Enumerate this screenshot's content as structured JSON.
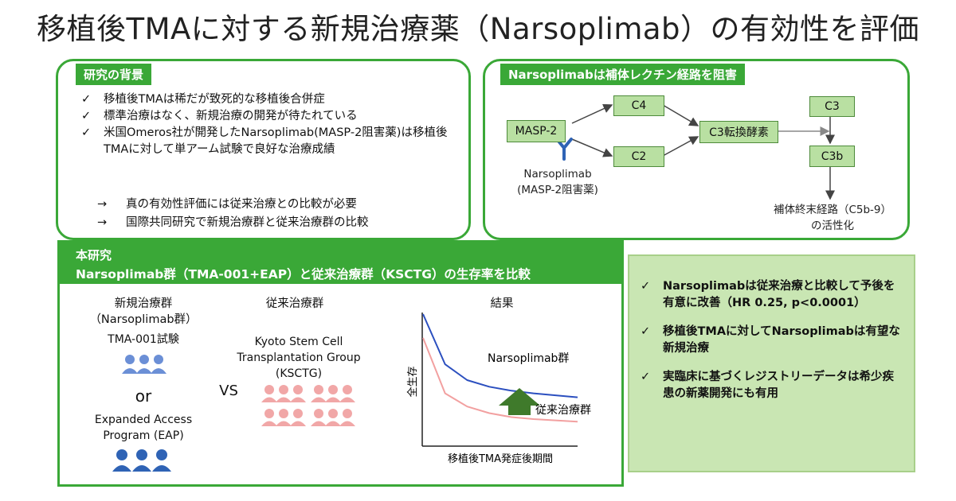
{
  "title": "移植後TMAに対する新規治療薬（Narsoplimab）の有効性を評価",
  "background": {
    "tag": "研究の背景",
    "bullets": [
      "移植後TMAは稀だが致死的な移植後合併症",
      "標準治療はなく、新規治療の開発が待たれている",
      "米国Omeros社が開発したNarsoplimab(MASP-2阻害薬)は移植後TMAに対して単アーム試験で良好な治療成績"
    ],
    "arrows": [
      "真の有効性評価には従来治療との比較が必要",
      "国際共同研究で新規治療群と従来治療群の比較"
    ],
    "check_symbol": "✓",
    "arrow_symbol": "→"
  },
  "pathway": {
    "tag": "Narsoplimabは補体レクチン経路を阻害",
    "masp2": "MASP-2",
    "c4": "C4",
    "c2": "C2",
    "c3conv": "C3転換酵素",
    "c3": "C3",
    "c3b": "C3b",
    "drug_line1": "Narsoplimab",
    "drug_line2": "(MASP-2阻害薬)",
    "terminal_line1": "補体終末経路（C5b-9）",
    "terminal_line2": "の活性化"
  },
  "study": {
    "tag": "本研究",
    "heading": "Narsoplimab群（TMA-001+EAP）と従来治療群（KSCTG）の生存率を比較",
    "new_group_line1": "新規治療群",
    "new_group_line2": "（Narsoplimab群）",
    "trial": "TMA-001試験",
    "or": "or",
    "eap_line1": "Expanded Access",
    "eap_line2": "Program (EAP)",
    "vs": "VS",
    "conv_group": "従来治療群",
    "kyoto_line1": "Kyoto Stem Cell",
    "kyoto_line2": "Transplantation Group",
    "kyoto_line3": "(KSCTG)",
    "result": "結果",
    "chart_data": {
      "type": "line",
      "ylabel": "全生存",
      "xlabel": "移植後TMA発症後期間",
      "series": [
        {
          "name": "Narsoplimab群",
          "color": "#2b4fbf",
          "y": [
            1.0,
            0.62,
            0.5,
            0.45,
            0.42,
            0.4,
            0.385,
            0.37
          ]
        },
        {
          "name": "従来治療群",
          "color": "#f2a0a0",
          "y": [
            0.82,
            0.4,
            0.3,
            0.25,
            0.22,
            0.205,
            0.195,
            0.185
          ]
        }
      ],
      "x": [
        0,
        1,
        2,
        3,
        4,
        5,
        6,
        7
      ]
    }
  },
  "conclusions": [
    "Narsoplimabは従来治療と比較して予後を有意に改善（HR 0.25, p<0.0001）",
    "移植後TMAに対してNarsoplimabは有望な新規治療",
    "実臨床に基づくレジストリーデータは希少疾患の新薬開発にも有用"
  ],
  "colors": {
    "green": "#3aa837",
    "node_fill": "#b9e0a2",
    "conclusion_bg": "#c9e6b3",
    "blue_people": "#6b8fd6",
    "dark_blue_people": "#2f63b5",
    "pink_people": "#f1a7a7",
    "arrow_green": "#3f7a2b"
  }
}
